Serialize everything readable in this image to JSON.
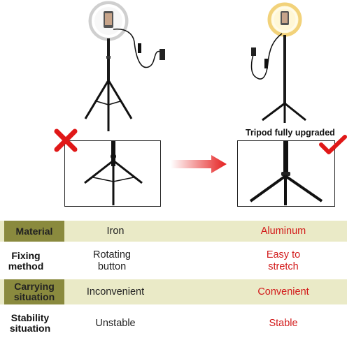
{
  "header": {
    "caption": "Tripod fully upgraded"
  },
  "icons": {
    "bad": "x-mark-icon",
    "good": "check-mark-icon",
    "arrow": "right-arrow-icon"
  },
  "colors": {
    "accent_red": "#d21a1a",
    "band": "#eaeac7",
    "header_olive": "#8a8a3e"
  },
  "comparison": {
    "rows": [
      {
        "label": "Material",
        "old": "Iron",
        "new": "Aluminum"
      },
      {
        "label": "Fixing method",
        "old": "Rotating button",
        "new": "Easy to stretch"
      },
      {
        "label": "Carrying situation",
        "old": "Inconvenient",
        "new": "Convenient"
      },
      {
        "label": "Stability situation",
        "old": "Unstable",
        "new": "Stable"
      }
    ]
  }
}
